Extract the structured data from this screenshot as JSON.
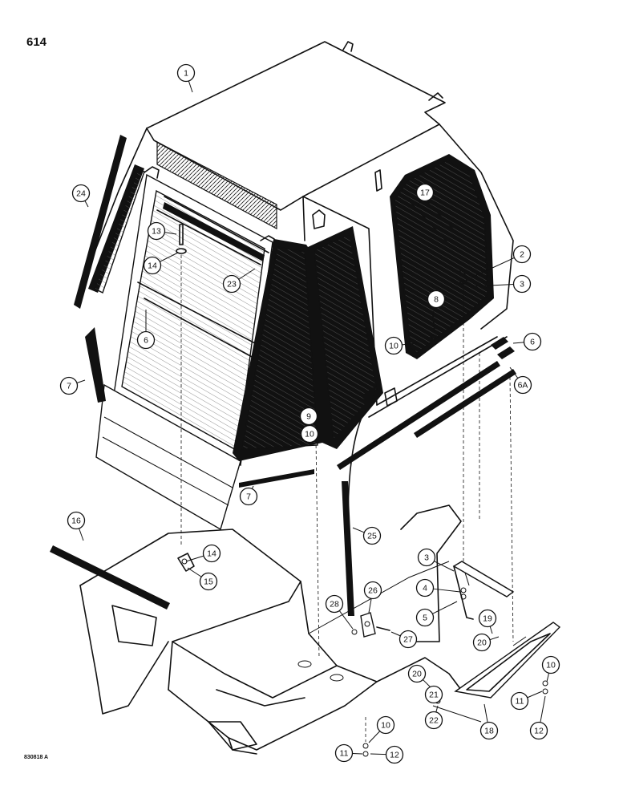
{
  "page": {
    "number": "614",
    "drawing_reference": "830818 A"
  },
  "callouts": [
    {
      "label": "1"
    },
    {
      "label": "2"
    },
    {
      "label": "3"
    },
    {
      "label": "6"
    },
    {
      "label": "6A"
    },
    {
      "label": "8"
    },
    {
      "label": "10"
    },
    {
      "label": "17"
    },
    {
      "label": "24"
    },
    {
      "label": "13"
    },
    {
      "label": "14"
    },
    {
      "label": "23"
    },
    {
      "label": "6"
    },
    {
      "label": "7"
    },
    {
      "label": "9"
    },
    {
      "label": "10"
    },
    {
      "label": "7"
    },
    {
      "label": "16"
    },
    {
      "label": "14"
    },
    {
      "label": "15"
    },
    {
      "label": "25"
    },
    {
      "label": "3"
    },
    {
      "label": "4"
    },
    {
      "label": "5"
    },
    {
      "label": "28"
    },
    {
      "label": "26"
    },
    {
      "label": "27"
    },
    {
      "label": "19"
    },
    {
      "label": "20"
    },
    {
      "label": "10"
    },
    {
      "label": "20"
    },
    {
      "label": "21"
    },
    {
      "label": "22"
    },
    {
      "label": "11"
    },
    {
      "label": "18"
    },
    {
      "label": "12"
    },
    {
      "label": "10"
    },
    {
      "label": "11"
    },
    {
      "label": "12"
    }
  ]
}
